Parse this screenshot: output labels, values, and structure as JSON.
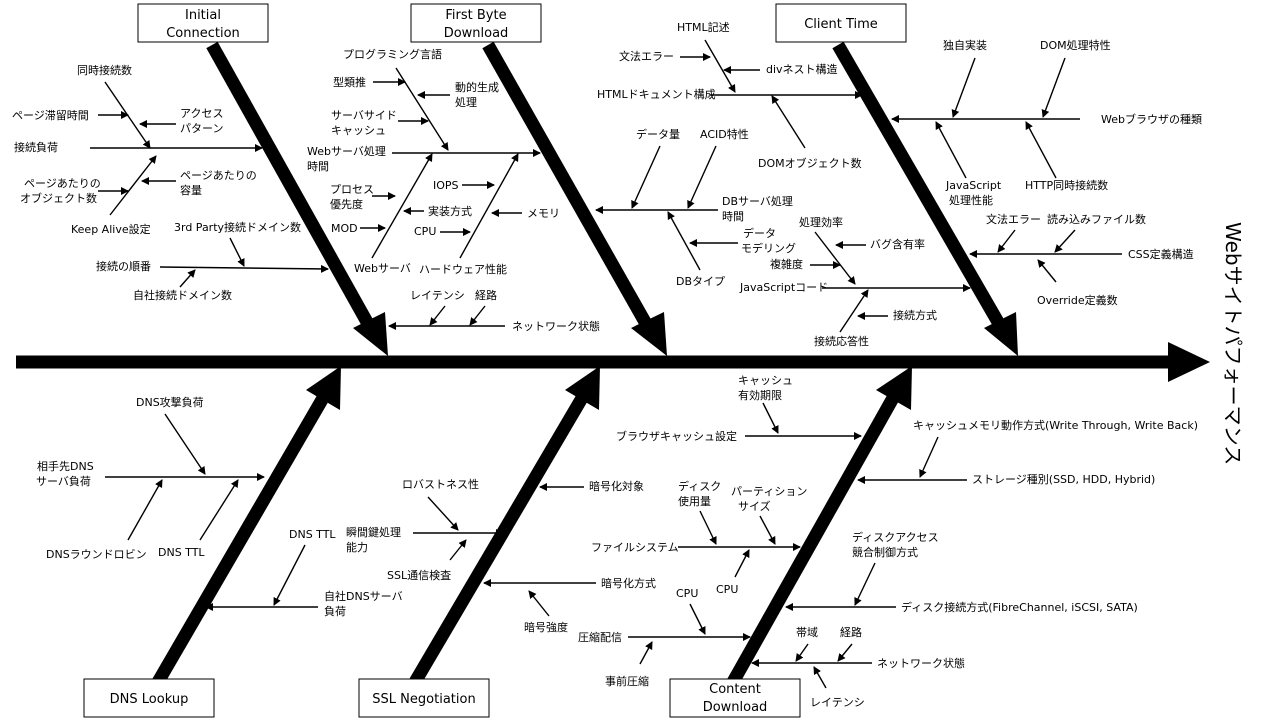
{
  "categories": {
    "initial_connection": [
      "Initial",
      "Connection"
    ],
    "first_byte": [
      "First Byte",
      "Download"
    ],
    "client_time": [
      "Client Time"
    ],
    "dns_lookup": [
      "DNS Lookup"
    ],
    "ssl_negotiation": [
      "SSL Negotiation"
    ],
    "content_download": [
      "Content",
      "Download"
    ]
  },
  "effect": "Webサイトパフォーマンス",
  "labels": {
    "doji": "同時接続数",
    "page_taizai": "ページ滞留時間",
    "access_pattern_1": "アクセス",
    "access_pattern_2": "パターン",
    "setsuzoku_fuka": "接続負荷",
    "page_obj_1": "ページあたりの",
    "page_obj_2": "オブジェクト数",
    "page_yoryo_1": "ページあたりの",
    "page_yoryo_2": "容量",
    "keepalive": "Keep Alive設定",
    "third_party": "3rd Party接続ドメイン数",
    "setsuzoku_junban": "接続の順番",
    "jisha_domain": "自社接続ドメイン数",
    "prog_lang": "プログラミング言語",
    "kata_suiron": "型類推",
    "dynamic_gen_1": "動的生成",
    "dynamic_gen_2": "処理",
    "server_side_cache_1": "サーバサイド",
    "server_side_cache_2": "キャッシュ",
    "web_server_time_1": "Webサーバ処理",
    "web_server_time_2": "時間",
    "process_priority_1": "プロセス",
    "process_priority_2": "優先度",
    "iops": "IOPS",
    "jisso_hoshiki": "実装方式",
    "memory": "メモリ",
    "mod": "MOD",
    "cpu_top": "CPU",
    "web_server": "Webサーバ",
    "hardware": "ハードウェア性能",
    "latency_top": "レイテンシ",
    "route_top": "経路",
    "network_top": "ネットワーク状態",
    "html_kijutsu": "HTML記述",
    "bunpo_error": "文法エラー",
    "div_nest": "divネスト構造",
    "html_doc": "HTMLドキュメント構成",
    "dom_obj": "DOMオブジェクト数",
    "data_ryo": "データ量",
    "acid": "ACID特性",
    "db_time_1": "DBサーバ処理",
    "db_time_2": "時間",
    "data_model_1": "データ",
    "data_model_2": "モデリング",
    "db_type": "DBタイプ",
    "dokuji": "独自実装",
    "dom_tokusei": "DOM処理特性",
    "browser_type": "Webブラウザの種類",
    "js_perf_1": "JavaScript",
    "js_perf_2": "処理性能",
    "http_doji": "HTTP同時接続数",
    "bunpo_error_css": "文法エラー",
    "read_files": "読み込みファイル数",
    "css_struct": "CSS定義構造",
    "override": "Override定義数",
    "shori_koritsu": "処理効率",
    "bug": "バグ含有率",
    "fukuzatsu": "複雑度",
    "js_code": "JavaScriptコード",
    "setsuzoku_hoshiki": "接続方式",
    "setsuzoku_otosei": "接続応答性",
    "dns_attack": "DNS攻撃負荷",
    "aite_dns_1": "相手先DNS",
    "aite_dns_2": "サーバ負荷",
    "dns_round_robin": "DNSラウンドロビン",
    "dns_ttl_1": "DNS TTL",
    "dns_ttl_2": "DNS TTL",
    "jisha_dns_1": "自社DNSサーバ",
    "jisha_dns_2": "負荷",
    "robustness": "ロバストネス性",
    "angoka_taisho": "暗号化対象",
    "shunkan_1": "瞬間鍵処理",
    "shunkan_2": "能力",
    "ssl_kensa": "SSL通信検査",
    "angoka_hoshiki": "暗号化方式",
    "angoka_kyodo": "暗号強度",
    "cache_kigen_1": "キャッシュ",
    "cache_kigen_2": "有効期限",
    "browser_cache": "ブラウザキャッシュ設定",
    "cache_memory": "キャッシュメモリ動作方式(Write Through, Write Back)",
    "storage": "ストレージ種別(SSD, HDD, Hybrid)",
    "disk_use_1": "ディスク",
    "disk_use_2": "使用量",
    "partition_1": "パーティション",
    "partition_2": "サイズ",
    "file_system": "ファイルシステム",
    "cpu_fs": "CPU",
    "disk_access_1": "ディスクアクセス",
    "disk_access_2": "競合制御方式",
    "disk_conn": "ディスク接続方式(FibreChannel, iSCSI, SATA)",
    "cpu_comp": "CPU",
    "compression": "圧縮配信",
    "bandwidth": "帯域",
    "route_bottom": "経路",
    "pre_compression": "事前圧縮",
    "network_bottom": "ネットワーク状態",
    "latency_bottom": "レイテンシ"
  }
}
